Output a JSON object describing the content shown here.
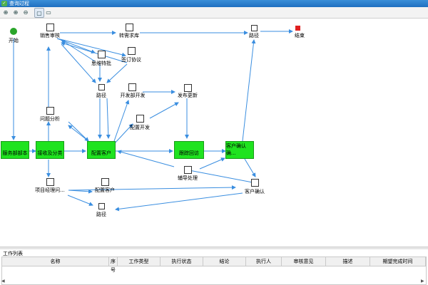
{
  "window": {
    "title": "查询过程",
    "app_icon": "app-logo-icon"
  },
  "toolbar": {
    "buttons": [
      {
        "name": "zoom-fit-button",
        "icon": "zoom-fit-icon",
        "glyph": "⊕"
      },
      {
        "name": "zoom-in-button",
        "icon": "zoom-in-icon",
        "glyph": "⊕"
      },
      {
        "name": "zoom-out-button",
        "icon": "zoom-out-icon",
        "glyph": "⊖"
      },
      {
        "name": "select-button",
        "icon": "select-icon",
        "glyph": "▢"
      },
      {
        "name": "view-button",
        "icon": "view-icon",
        "glyph": "▭"
      }
    ]
  },
  "nodes": {
    "start": "开始",
    "sales_approve": "销售审核",
    "transfer_demand": "转需求库",
    "route_top": "路径",
    "end": "结束",
    "special_approve": "思维特批",
    "sign_agreement": "签订协议",
    "route_mid": "路径",
    "dev_dept": "开发部开发",
    "publish_update": "发布更新",
    "problem_analysis": "问题分析",
    "config_dev": "配置开发",
    "service_dept": "服务部部本",
    "receive_assign": "接收及分类",
    "config_customer": "配置客户",
    "follow_review": "跟踪回访",
    "customer_confirm_box": "客户确认确...",
    "guidance": "辅导处理",
    "project_manager": "项目经理问...",
    "config_client": "配置客户",
    "customer_confirm": "客户确认",
    "route_bottom": "路径"
  },
  "worklist": {
    "title": "工作列表",
    "columns": [
      "名称",
      "序号",
      "工作类型",
      "执行状态",
      "结论",
      "执行人",
      "审核意见",
      "描述",
      "期望完成时间"
    ]
  },
  "colors": {
    "green_node": "#1fe31f",
    "edge": "#3a8ee0",
    "end_node": "#e02020",
    "start_node": "#2aa52a"
  }
}
